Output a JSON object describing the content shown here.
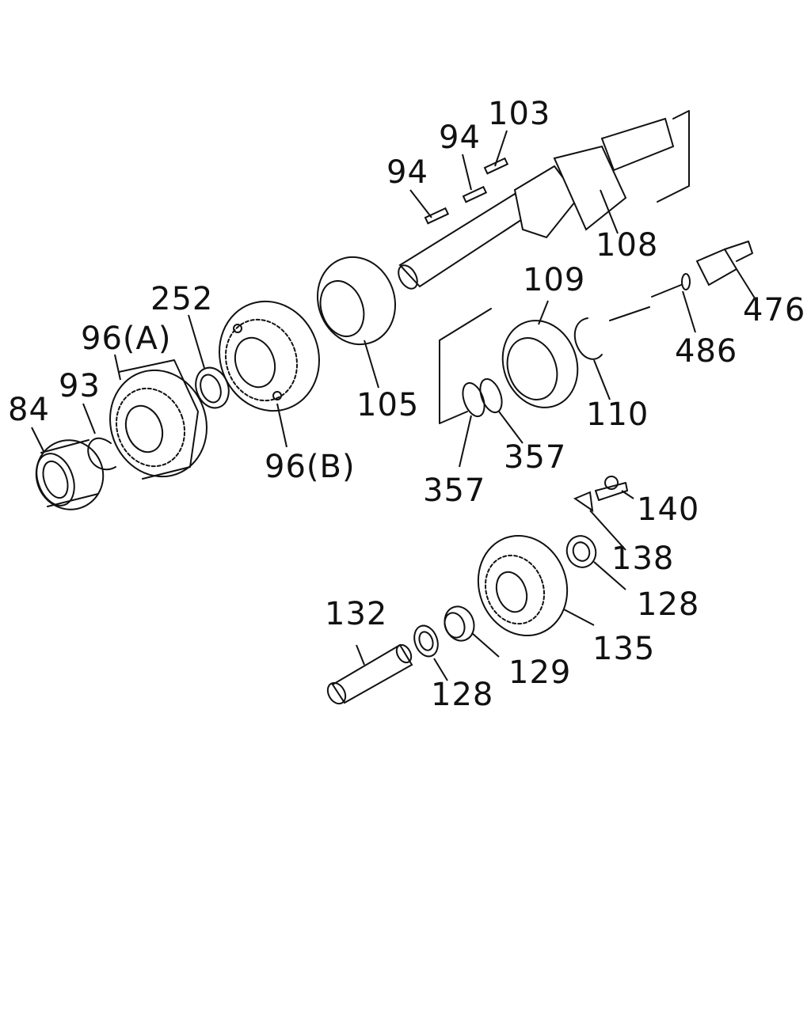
{
  "diagram": {
    "labels": {
      "l84": "84",
      "l93": "93",
      "l96a": "96(A)",
      "l252": "252",
      "l96b": "96(B)",
      "l105": "105",
      "l94a": "94",
      "l94b": "94",
      "l103": "103",
      "l108": "108",
      "l109": "109",
      "l476": "476",
      "l486": "486",
      "l110": "110",
      "l357a": "357",
      "l357b": "357",
      "l140": "140",
      "l138": "138",
      "l128a": "128",
      "l135": "135",
      "l132": "132",
      "l129": "129",
      "l128b": "128"
    }
  }
}
